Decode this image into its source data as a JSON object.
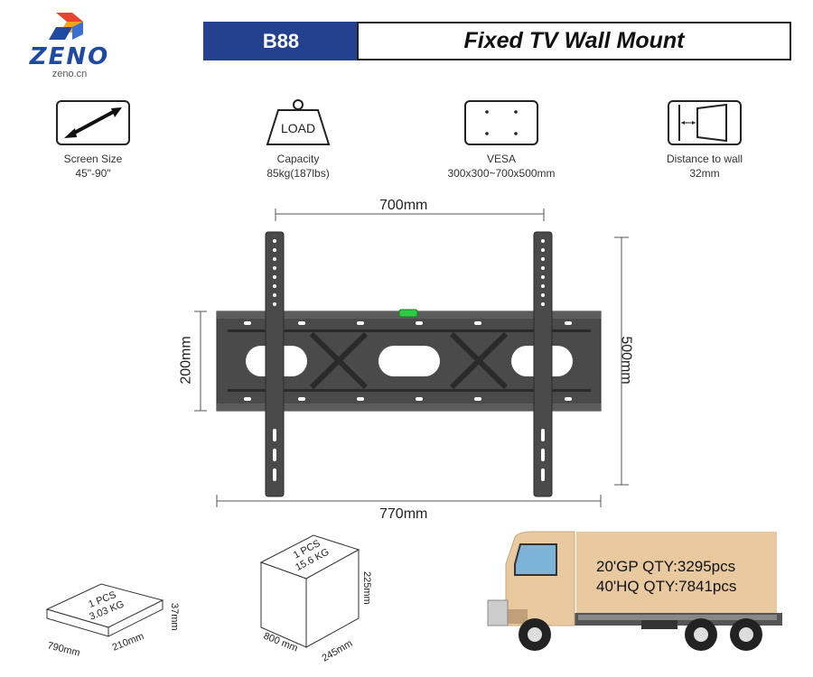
{
  "brand": {
    "name": "ZENO",
    "website": "zeno.cn"
  },
  "header": {
    "model": "B88",
    "title": "Fixed TV Wall Mount"
  },
  "specs": [
    {
      "icon": "diagonal-arrow-icon",
      "label": "Screen Size",
      "value": "45\"-90\""
    },
    {
      "icon": "load-weight-icon",
      "icon_text": "LOAD",
      "label": "Capacity",
      "value": "85kg(187lbs)"
    },
    {
      "icon": "vesa-pattern-icon",
      "label": "VESA",
      "value": "300x300~700x500mm"
    },
    {
      "icon": "wall-distance-icon",
      "label": "Distance to wall",
      "value": "32mm"
    }
  ],
  "dimensions": {
    "vesa_width": "700mm",
    "frame_height": "200mm",
    "total_height": "500mm",
    "total_width": "770mm"
  },
  "packages": {
    "small": {
      "line1": "1 PCS",
      "line2": "3.03 KG",
      "length": "790mm",
      "width": "210mm",
      "height": "37mm"
    },
    "carton": {
      "line1": "1 PCS",
      "line2": "15.6 KG",
      "length": "800 mm",
      "width": "245mm",
      "height": "225mm"
    }
  },
  "shipping": {
    "gp20": "20'GP QTY:3295pcs",
    "hq40": "40'HQ QTY:7841pcs"
  },
  "colors": {
    "brand_blue": "#23418f",
    "mount_metal": "#4a4a4a",
    "truck_cargo": "#e8c9a0",
    "level_green": "#2ecc40"
  }
}
